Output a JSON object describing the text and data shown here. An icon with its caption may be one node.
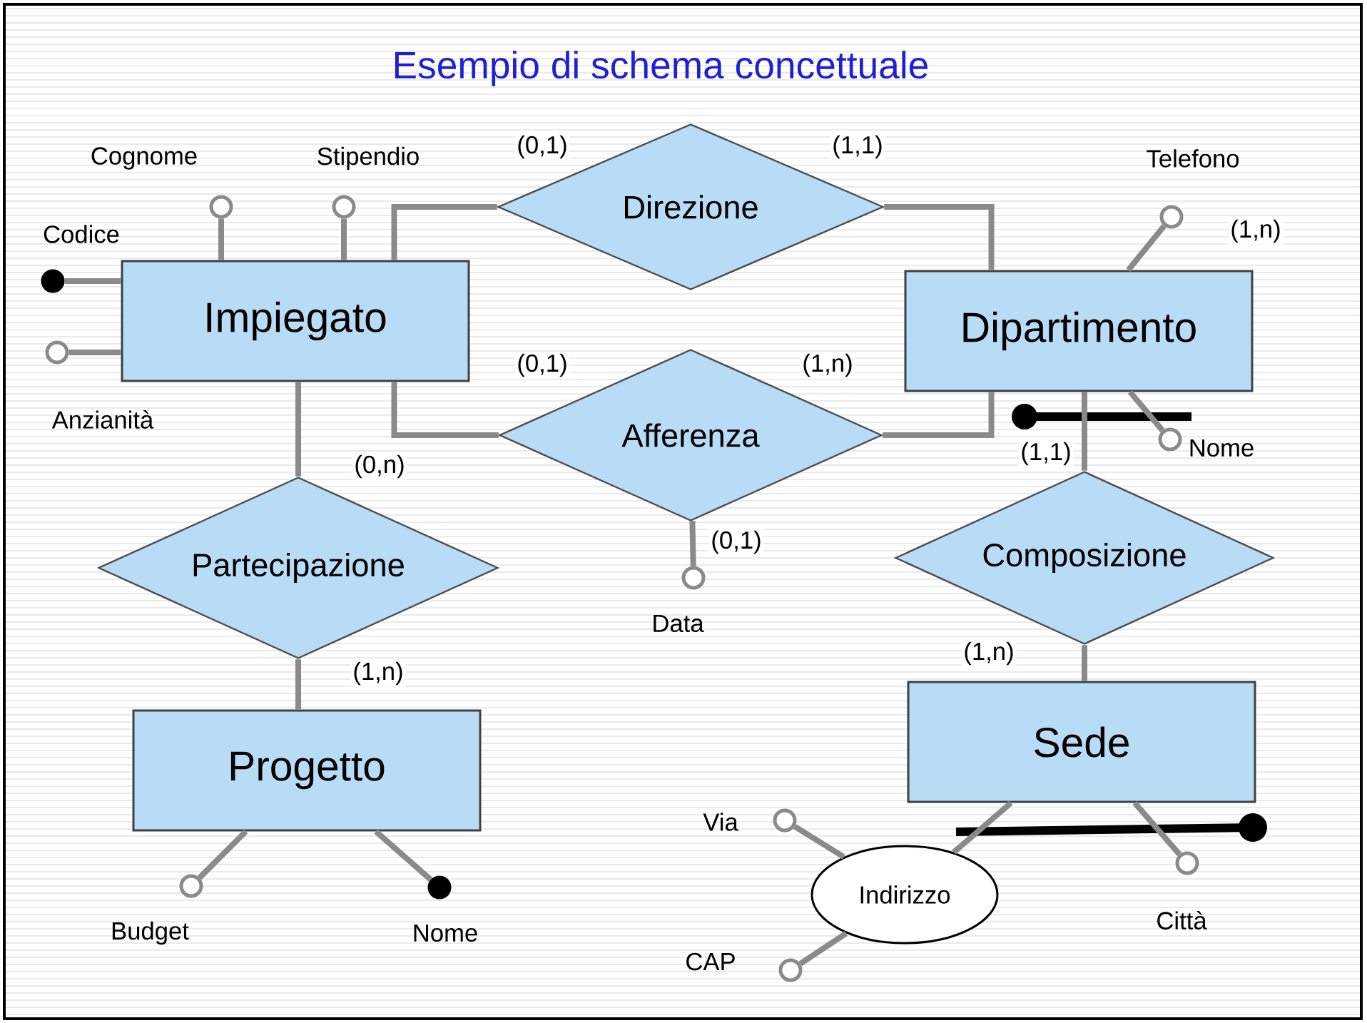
{
  "diagram": {
    "title": "Esempio di schema concettuale",
    "nodes": [
      {
        "text": [],
        "shape": "circle",
        "beside": [
          "Cognome"
        ]
      },
      {
        "text": [],
        "shape": "circle",
        "beside": [
          "Stipendio"
        ]
      },
      {
        "text": [
          "Direzione"
        ]
      },
      {
        "text": [],
        "shape": "circle",
        "beside": [
          "Telefono"
        ]
      },
      {
        "text": [],
        "shape": "dot",
        "beside": [
          "Codice"
        ]
      },
      {
        "text": [
          "Impiegato"
        ]
      },
      {
        "text": [
          "Dipartimento"
        ]
      },
      {
        "text": [],
        "shape": "circle",
        "beside": [
          "Anzianità"
        ]
      },
      {
        "text": [
          "Afferenza"
        ]
      },
      {
        "text": [],
        "shape": "circle",
        "beside": [
          "Nome"
        ]
      },
      {
        "text": [
          "Composizione"
        ]
      },
      {
        "text": [
          "Partecipazione"
        ]
      },
      {
        "text": [],
        "shape": "circle",
        "beside": [
          "Data"
        ]
      },
      {
        "text": [
          "Progetto"
        ]
      },
      {
        "text": [
          "Sede"
        ]
      },
      {
        "text": [],
        "shape": "circle",
        "beside": [
          "Via"
        ]
      },
      {
        "text": [
          "Indirizzo"
        ]
      },
      {
        "text": [],
        "shape": "circle",
        "beside": [
          "Budget"
        ]
      },
      {
        "text": [],
        "shape": "dot",
        "beside": [
          "Nome"
        ]
      },
      {
        "text": [],
        "shape": "circle",
        "beside": [
          "Città"
        ]
      },
      {
        "text": [],
        "shape": "circle",
        "beside": [
          "CAP"
        ]
      }
    ],
    "edges": [
      {
        "from": 5,
        "to": 2,
        "arrow": "none",
        "label": "(0,1)"
      },
      {
        "from": 2,
        "to": 6,
        "arrow": "none",
        "label": "(1,1)"
      },
      {
        "from": 5,
        "to": 8,
        "arrow": "none",
        "label": "(0,1)"
      },
      {
        "from": 8,
        "to": 6,
        "arrow": "none",
        "label": "(1,n)"
      },
      {
        "from": 5,
        "to": 11,
        "arrow": "none",
        "label": "(0,n)"
      },
      {
        "from": 11,
        "to": 13,
        "arrow": "none",
        "label": "(1,n)"
      },
      {
        "from": 6,
        "to": 10,
        "arrow": "none",
        "label": "(1,1)"
      },
      {
        "from": 10,
        "to": 14,
        "arrow": "none",
        "label": "(1,n)"
      },
      {
        "from": 5,
        "to": 0,
        "arrow": "none"
      },
      {
        "from": 5,
        "to": 1,
        "arrow": "none"
      },
      {
        "from": 5,
        "to": 4,
        "arrow": "none"
      },
      {
        "from": 5,
        "to": 7,
        "arrow": "none"
      },
      {
        "from": 6,
        "to": 3,
        "arrow": "none",
        "label": "(1,n)"
      },
      {
        "from": 6,
        "to": 9,
        "arrow": "none"
      },
      {
        "from": 8,
        "to": 12,
        "arrow": "none",
        "label": "(0,1)"
      },
      {
        "from": 13,
        "to": 17,
        "arrow": "none"
      },
      {
        "from": 13,
        "to": 18,
        "arrow": "none"
      },
      {
        "from": 14,
        "to": 16,
        "arrow": "none"
      },
      {
        "from": 14,
        "to": 19,
        "arrow": "none"
      },
      {
        "from": 16,
        "to": 15,
        "arrow": "none"
      },
      {
        "from": 16,
        "to": 20,
        "arrow": "none"
      }
    ]
  }
}
